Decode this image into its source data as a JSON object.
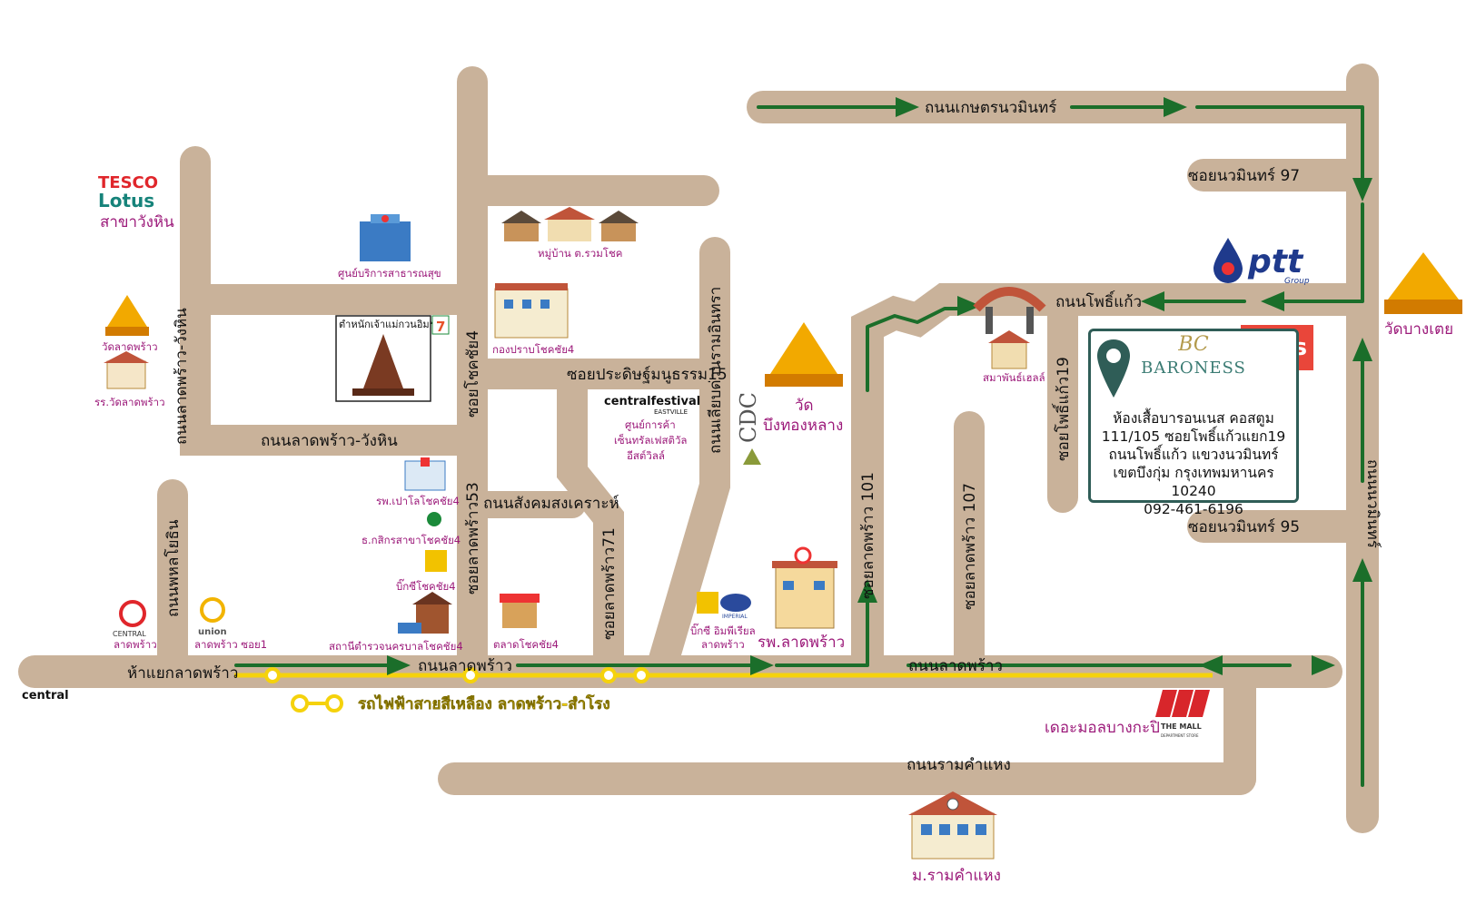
{
  "roads": {
    "kaset_nawamin": "ถนนเกษตรนวมินทร์",
    "soi_nawamin_97": "ซอยนวมินทร์ 97",
    "soi_nawamin_95": "ซอยนวมินทร์ 95",
    "nawamin": "ถนนนวมินทร์",
    "pho_kaeo": "ถนนโพธิ์แก้ว",
    "soi_pho_kaeo_19": "ซอยโพธิ์แก้ว19",
    "soi_ladprao_101": "ซอยลาดพร้าว 101",
    "soi_ladprao_107": "ซอยลาดพร้าว 107",
    "liap_duan_ramintra": "ถนนเลียบด่วนรามอินทรา",
    "soi_pradit_manutham_15": "ซอยประดิษฐ์มนูธรรม15",
    "soi_chokchai_4": "ซอยโชคชัย4",
    "soi_ladprao_53": "ซอยลาดพร้าว53",
    "soi_ladprao_71": "ซอยลาดพร้าว71",
    "sangkhom_songkhro": "ถนนสังคมสงเคราะห์",
    "ladprao_wanghin_road": "ถนนลาดพร้าว-วังหิน",
    "ladprao_wanghin_vertical": "ถนนลาดพร้าว-วังหิน",
    "phahonyothin": "ถนนพหลโยธิน",
    "ladprao_road_left": "ถนนลาดพร้าว",
    "ladprao_road_right": "ถนนลาดพร้าว",
    "ladprao_junction": "ห้าแยกลาดพร้าว",
    "ramkhamhaeng_road": "ถนนรามคำแหง"
  },
  "places": {
    "tesco_line1": "TESCO",
    "tesco_line2": "Lotus",
    "tesco_branch": "สาขาวังหิน",
    "wat_ladprao": "วัดลาดพร้าว",
    "school_wat_ladprao": "รร.วัดลาดพร้าว",
    "public_health_center": "ศูนย์บริการสาธารณสุข",
    "shrine": "ตำหนักเจ้าแม่กวนอิมฯ",
    "village": "หมู่บ้าน ต.รวมโชค",
    "kong_prab": "กองปราบโชคชัย4",
    "central_festival_brand": "centralfestival",
    "central_festival_sub": "EASTVILLE",
    "central_festival_l1": "ศูนย์การค้า",
    "central_festival_l2": "เซ็นทรัลเฟสติวัล",
    "central_festival_l3": "อีสต์วิลล์",
    "cdc": "CDC",
    "wat_buengthonglang_1": "วัด",
    "wat_buengthonglang_2": "บึงทองหลาง",
    "paolo_hospital": "รพ.เปาโลโชคชัย4",
    "kasikorn": "ธ.กสิกรสาขาโชคชัย4",
    "bigc_chokchai": "บิ๊กซีโชคชัย4",
    "police_station": "สถานีตำรวจนครบาลโชคชัย4",
    "chokchai_market": "ตลาดโชคชัย4",
    "central_ladprao_brand": "CENTRAL",
    "central_ladprao": "ลาดพร้าว",
    "union_brand": "union",
    "union_mall": "ลาดพร้าว ซอย1",
    "bigc_imperial_1": "บิ๊กซี อิมพีเรียล",
    "bigc_imperial_2": "ลาดพร้าว",
    "imperial_brand": "IMPERIAL",
    "ladprao_hospital": "รพ.ลาดพร้าว",
    "sapan_hall": "สมาพันธ์เฮลล์",
    "wat_bangtoey": "วัดบางเตย",
    "the_mall_label": "เดอะมอลบางกะปิ",
    "the_mall_brand": "THE MALL",
    "the_mall_sub": "DEPARTMENT STORE",
    "ramkhamhaeng_univ": "ม.รามคำแหง",
    "central_corner": "central",
    "ptt_brand": "ptt",
    "ptt_sub": "Group",
    "tops": "Tops",
    "seven_eleven": "7"
  },
  "transit": {
    "yellow_line": "รถไฟฟ้าสายสีเหลือง ลาดพร้าว-สำโรง"
  },
  "store": {
    "monogram": "BC",
    "brand": "BARONESS",
    "name": "ห้องเสื้อบารอนเนส คอสตูม",
    "address_1": "111/105 ซอยโพธิ์แก้วแยก19",
    "address_2": "ถนนโพธิ์แก้ว แขวงนวมินทร์",
    "address_3": "เขตบึงกุ่ม กรุงเทพมหานคร 10240",
    "phone": "092-461-6196"
  },
  "colors": {
    "road": "#c9b29a",
    "route": "#1b6e2a",
    "place_text": "#9c1a7a",
    "yellow_line": "#f5d20c",
    "tops": "#e9463a",
    "info_border": "#2f5d57"
  }
}
